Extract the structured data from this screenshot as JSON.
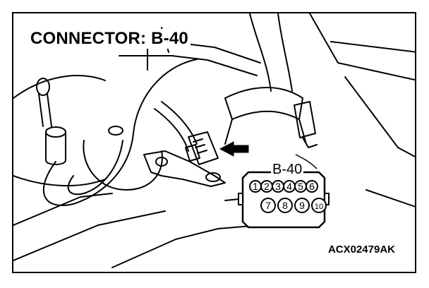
{
  "diagram": {
    "title": "CONNECTOR: B-40",
    "callout_label": "B-40",
    "figure_code": "ACX02479AK",
    "connector_pins": {
      "top_row": [
        "1",
        "2",
        "3",
        "4",
        "5",
        "6"
      ],
      "bottom_row": [
        "7",
        "8",
        "9",
        "10"
      ]
    },
    "arrow_icon": "arrow-left-icon"
  }
}
